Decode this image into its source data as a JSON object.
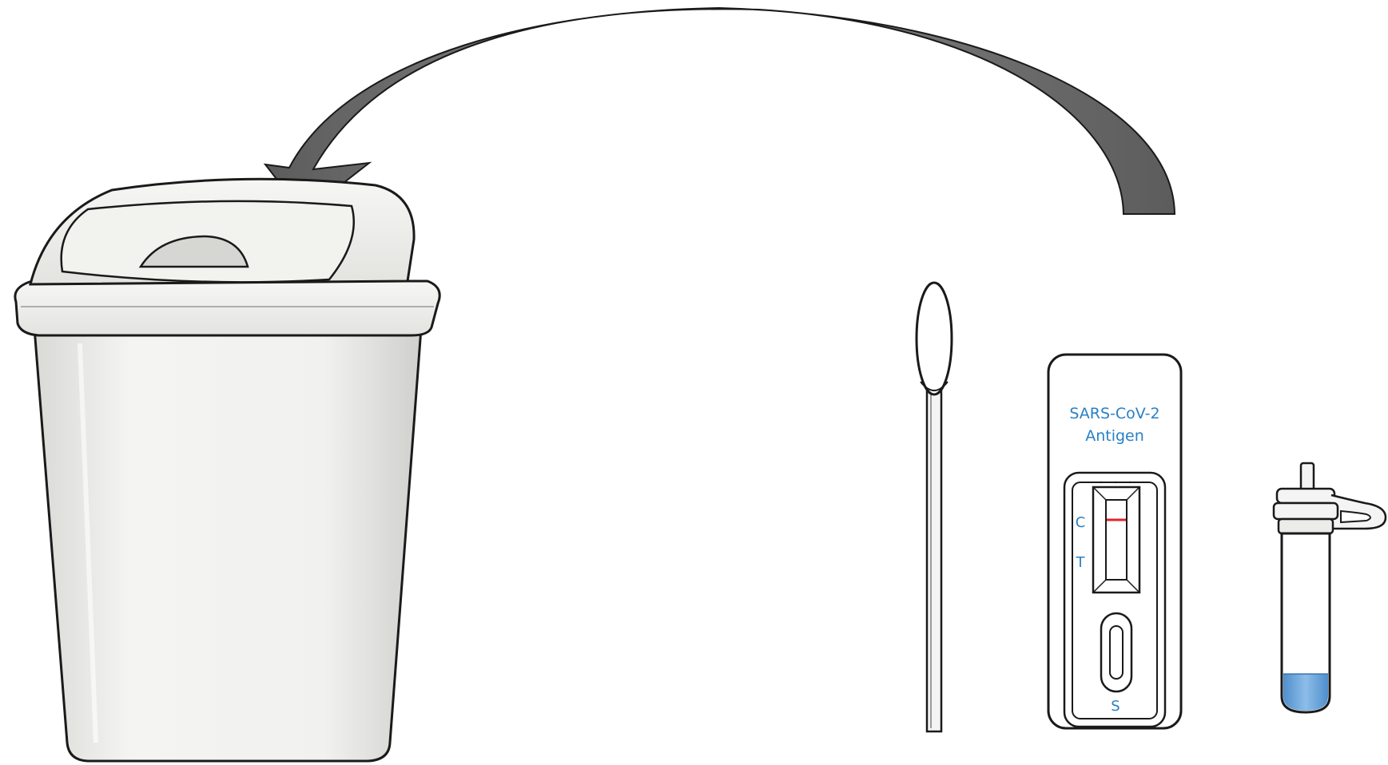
{
  "cassette": {
    "title_line1": "SARS-CoV-2",
    "title_line2": "Antigen",
    "control_mark": "C",
    "test_mark": "T",
    "sample_mark": "S"
  },
  "colors": {
    "arrow_fill": "#6f6f6f",
    "bin_body": "#efefec",
    "bin_outline": "#1a1a1a",
    "label_blue": "#2a80c4",
    "control_line": "#e0232b",
    "buffer_liquid": "#6ea8dc"
  },
  "icons": [
    "disposal-arrow-icon",
    "trash-bin-icon",
    "swab-icon",
    "test-cassette-icon",
    "buffer-tube-icon"
  ]
}
